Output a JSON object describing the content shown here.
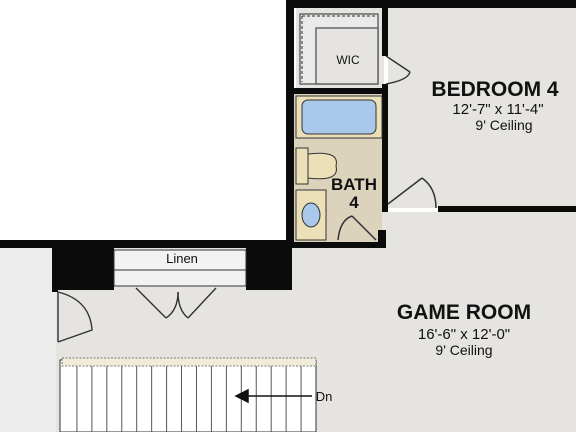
{
  "plan": {
    "colors": {
      "wall": "#0b0b0b",
      "floor": "#e6e4e1",
      "bath_floor": "#dcd3bd",
      "fixture_blue": "#a9c8ea",
      "fixture_tan": "#ece0b8",
      "stairs": "#ffffff",
      "outside": "#ffffff",
      "hall": "#ececec"
    },
    "rooms": {
      "bedroom": {
        "name": "BEDROOM 4",
        "dims": "12'-7\" x 11'-4\"",
        "ceiling": "9' Ceiling"
      },
      "wic": {
        "name": "WIC"
      },
      "bath": {
        "name_line1": "BATH",
        "name_line2": "4"
      },
      "linen": {
        "name": "Linen"
      },
      "game_room": {
        "name": "GAME ROOM",
        "dims": "16'-6\" x 12'-0\"",
        "ceiling": "9' Ceiling"
      }
    },
    "stairs": {
      "direction_label": "Dn",
      "tread_count": 17
    }
  }
}
